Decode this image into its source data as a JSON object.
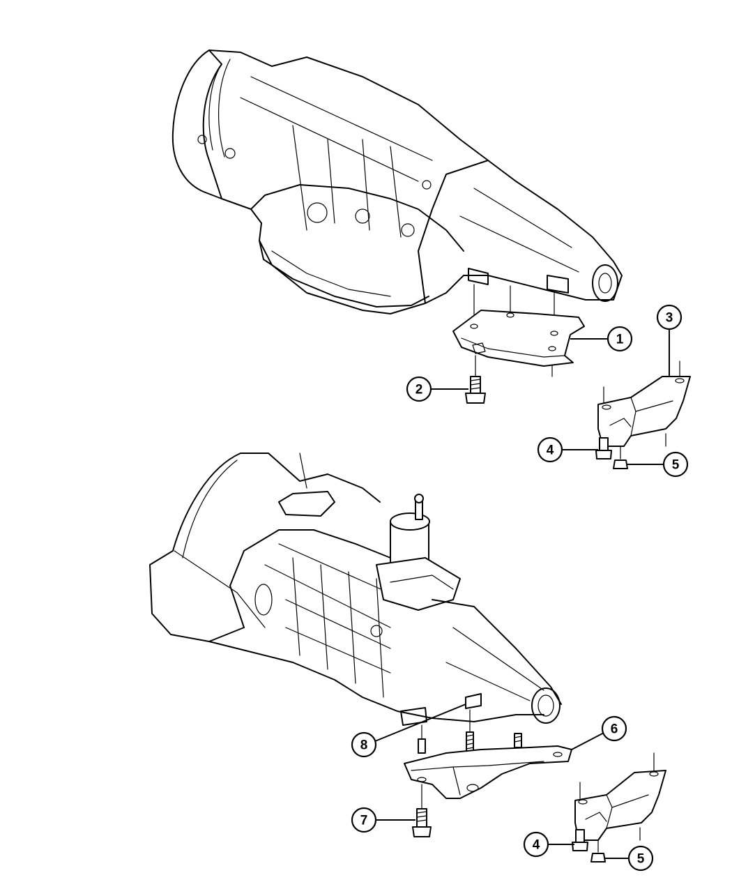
{
  "callouts": [
    {
      "id": "c1",
      "label": "1"
    },
    {
      "id": "c2",
      "label": "2"
    },
    {
      "id": "c3",
      "label": "3"
    },
    {
      "id": "c4a",
      "label": "4"
    },
    {
      "id": "c5a",
      "label": "5"
    },
    {
      "id": "c6",
      "label": "6"
    },
    {
      "id": "c8",
      "label": "8"
    },
    {
      "id": "c7",
      "label": "7"
    },
    {
      "id": "c4b",
      "label": "4"
    },
    {
      "id": "c5b",
      "label": "5"
    }
  ]
}
